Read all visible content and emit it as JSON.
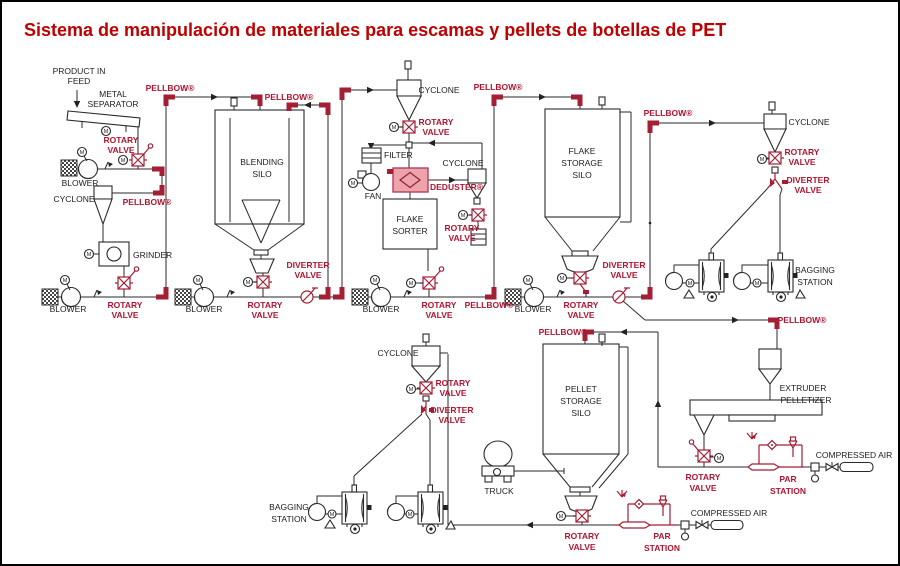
{
  "title": "Sistema de manipulación de materiales para escamas y pellets de botellas de PET",
  "colors": {
    "title": "#C00000",
    "label_red": "#B01530",
    "symbol_red": "#A41E34",
    "line": "#2a2a2a",
    "deduster_fill": "#EDA2AC"
  },
  "labels": {
    "product_in": "PRODUCT IN",
    "feed": "FEED",
    "metal": "METAL",
    "separator": "SEPARATOR",
    "rotary": "ROTARY",
    "valve": "VALVE",
    "diverter": "DIVERTER",
    "pellbow": "PELLBOW®",
    "blower": "BLOWER",
    "cyclone": "CYCLONE",
    "grinder": "GRINDER",
    "blending": "BLENDING",
    "silo": "SILO",
    "filter": "FILTER",
    "fan": "FAN",
    "deduster": "DEDUSTER®",
    "flake": "FLAKE",
    "sorter": "SORTER",
    "storage": "STORAGE",
    "pellet": "PELLET",
    "bagging": "BAGGING",
    "station": "STATION",
    "truck": "TRUCK",
    "extruder": "EXTRUDER",
    "pelletizer": "PELLETIZER",
    "compressed_air": "COMPRESSED AIR",
    "par": "PAR",
    "motor": "M"
  }
}
